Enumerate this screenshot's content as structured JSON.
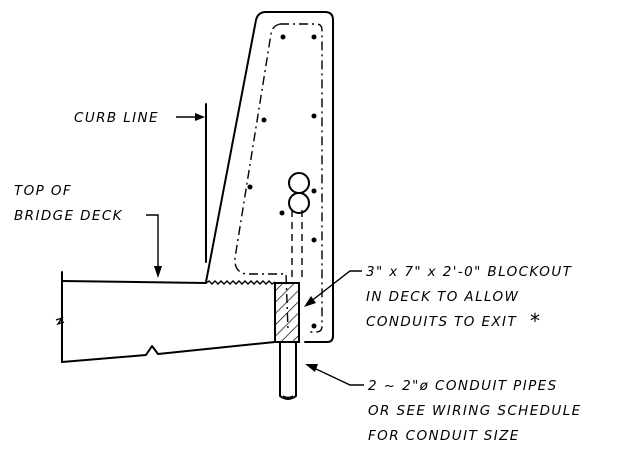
{
  "labels": {
    "curb_line": "CURB LINE",
    "top_of_deck_1": "TOP OF",
    "top_of_deck_2": "BRIDGE DECK",
    "blockout_1": "3\" x 7\" x 2'-0\" BLOCKOUT",
    "blockout_2": "IN DECK TO ALLOW",
    "blockout_3": "CONDUITS TO EXIT",
    "asterisk": "*",
    "conduit_1": "2 ~ 2\"ø CONDUIT PIPES",
    "conduit_2": "OR SEE WIRING SCHEDULE",
    "conduit_3": "FOR CONDUIT SIZE"
  }
}
